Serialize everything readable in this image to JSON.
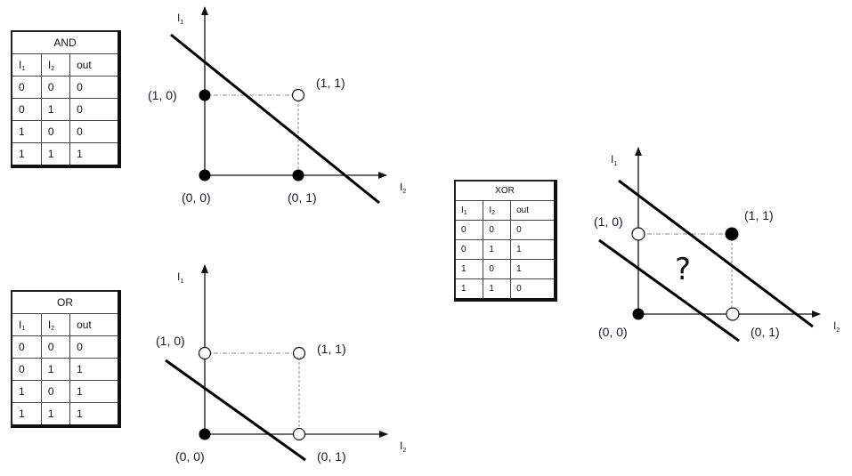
{
  "tables": {
    "and": {
      "title": "AND",
      "headers": [
        "I",
        "I",
        "out"
      ],
      "header_subscripts": [
        "1",
        "2",
        ""
      ],
      "rows": [
        [
          "0",
          "0",
          "0"
        ],
        [
          "0",
          "1",
          "0"
        ],
        [
          "1",
          "0",
          "0"
        ],
        [
          "1",
          "1",
          "1"
        ]
      ]
    },
    "or": {
      "title": "OR",
      "headers": [
        "I",
        "I",
        "out"
      ],
      "header_subscripts": [
        "1",
        "2",
        ""
      ],
      "rows": [
        [
          "0",
          "0",
          "0"
        ],
        [
          "0",
          "1",
          "1"
        ],
        [
          "1",
          "0",
          "1"
        ],
        [
          "1",
          "1",
          "1"
        ]
      ]
    },
    "xor": {
      "title": "XOR",
      "headers": [
        "I",
        "I",
        "out"
      ],
      "header_subscripts": [
        "1",
        "2",
        ""
      ],
      "rows": [
        [
          "0",
          "0",
          "0"
        ],
        [
          "0",
          "1",
          "1"
        ],
        [
          "1",
          "0",
          "1"
        ],
        [
          "1",
          "1",
          "0"
        ]
      ]
    }
  },
  "plots": {
    "and": {
      "y_axis_label": "I",
      "y_axis_sub": "1",
      "x_axis_label": "I",
      "x_axis_sub": "2",
      "point_labels": {
        "p00": "(0, 0)",
        "p01": "(0, 1)",
        "p10": "(1, 0)",
        "p11": "(1, 1)"
      }
    },
    "or": {
      "y_axis_label": "I",
      "y_axis_sub": "1",
      "x_axis_label": "I",
      "x_axis_sub": "2",
      "point_labels": {
        "p00": "(0, 0)",
        "p01": "(0, 1)",
        "p10": "(1, 0)",
        "p11": "(1, 1)"
      }
    },
    "xor": {
      "y_axis_label": "I",
      "y_axis_sub": "1",
      "x_axis_label": "I",
      "x_axis_sub": "2",
      "point_labels": {
        "p00": "(0, 0)",
        "p01": "(0, 1)",
        "p10": "(1, 0)",
        "p11": "(1, 1)"
      },
      "annotation": "?"
    }
  },
  "chart_data": [
    {
      "type": "scatter",
      "title": "AND",
      "xlabel": "I2",
      "ylabel": "I1",
      "points": [
        {
          "label": "(0, 0)",
          "i1": 0,
          "i2": 0,
          "out": 0,
          "marker": "filled"
        },
        {
          "label": "(0, 1)",
          "i1": 0,
          "i2": 1,
          "out": 0,
          "marker": "filled"
        },
        {
          "label": "(1, 0)",
          "i1": 1,
          "i2": 0,
          "out": 0,
          "marker": "filled"
        },
        {
          "label": "(1, 1)",
          "i1": 1,
          "i2": 1,
          "out": 1,
          "marker": "hollow"
        }
      ],
      "decision_boundaries": 1
    },
    {
      "type": "scatter",
      "title": "OR",
      "xlabel": "I2",
      "ylabel": "I1",
      "points": [
        {
          "label": "(0, 0)",
          "i1": 0,
          "i2": 0,
          "out": 0,
          "marker": "filled"
        },
        {
          "label": "(0, 1)",
          "i1": 0,
          "i2": 1,
          "out": 1,
          "marker": "hollow"
        },
        {
          "label": "(1, 0)",
          "i1": 1,
          "i2": 0,
          "out": 1,
          "marker": "hollow"
        },
        {
          "label": "(1, 1)",
          "i1": 1,
          "i2": 1,
          "out": 1,
          "marker": "hollow"
        }
      ],
      "decision_boundaries": 1
    },
    {
      "type": "scatter",
      "title": "XOR",
      "xlabel": "I2",
      "ylabel": "I1",
      "points": [
        {
          "label": "(0, 0)",
          "i1": 0,
          "i2": 0,
          "out": 0,
          "marker": "filled"
        },
        {
          "label": "(0, 1)",
          "i1": 0,
          "i2": 1,
          "out": 1,
          "marker": "hollow"
        },
        {
          "label": "(1, 0)",
          "i1": 1,
          "i2": 0,
          "out": 1,
          "marker": "hollow"
        },
        {
          "label": "(1, 1)",
          "i1": 1,
          "i2": 1,
          "out": 0,
          "marker": "filled"
        }
      ],
      "decision_boundaries": 2,
      "annotation": "?"
    }
  ]
}
